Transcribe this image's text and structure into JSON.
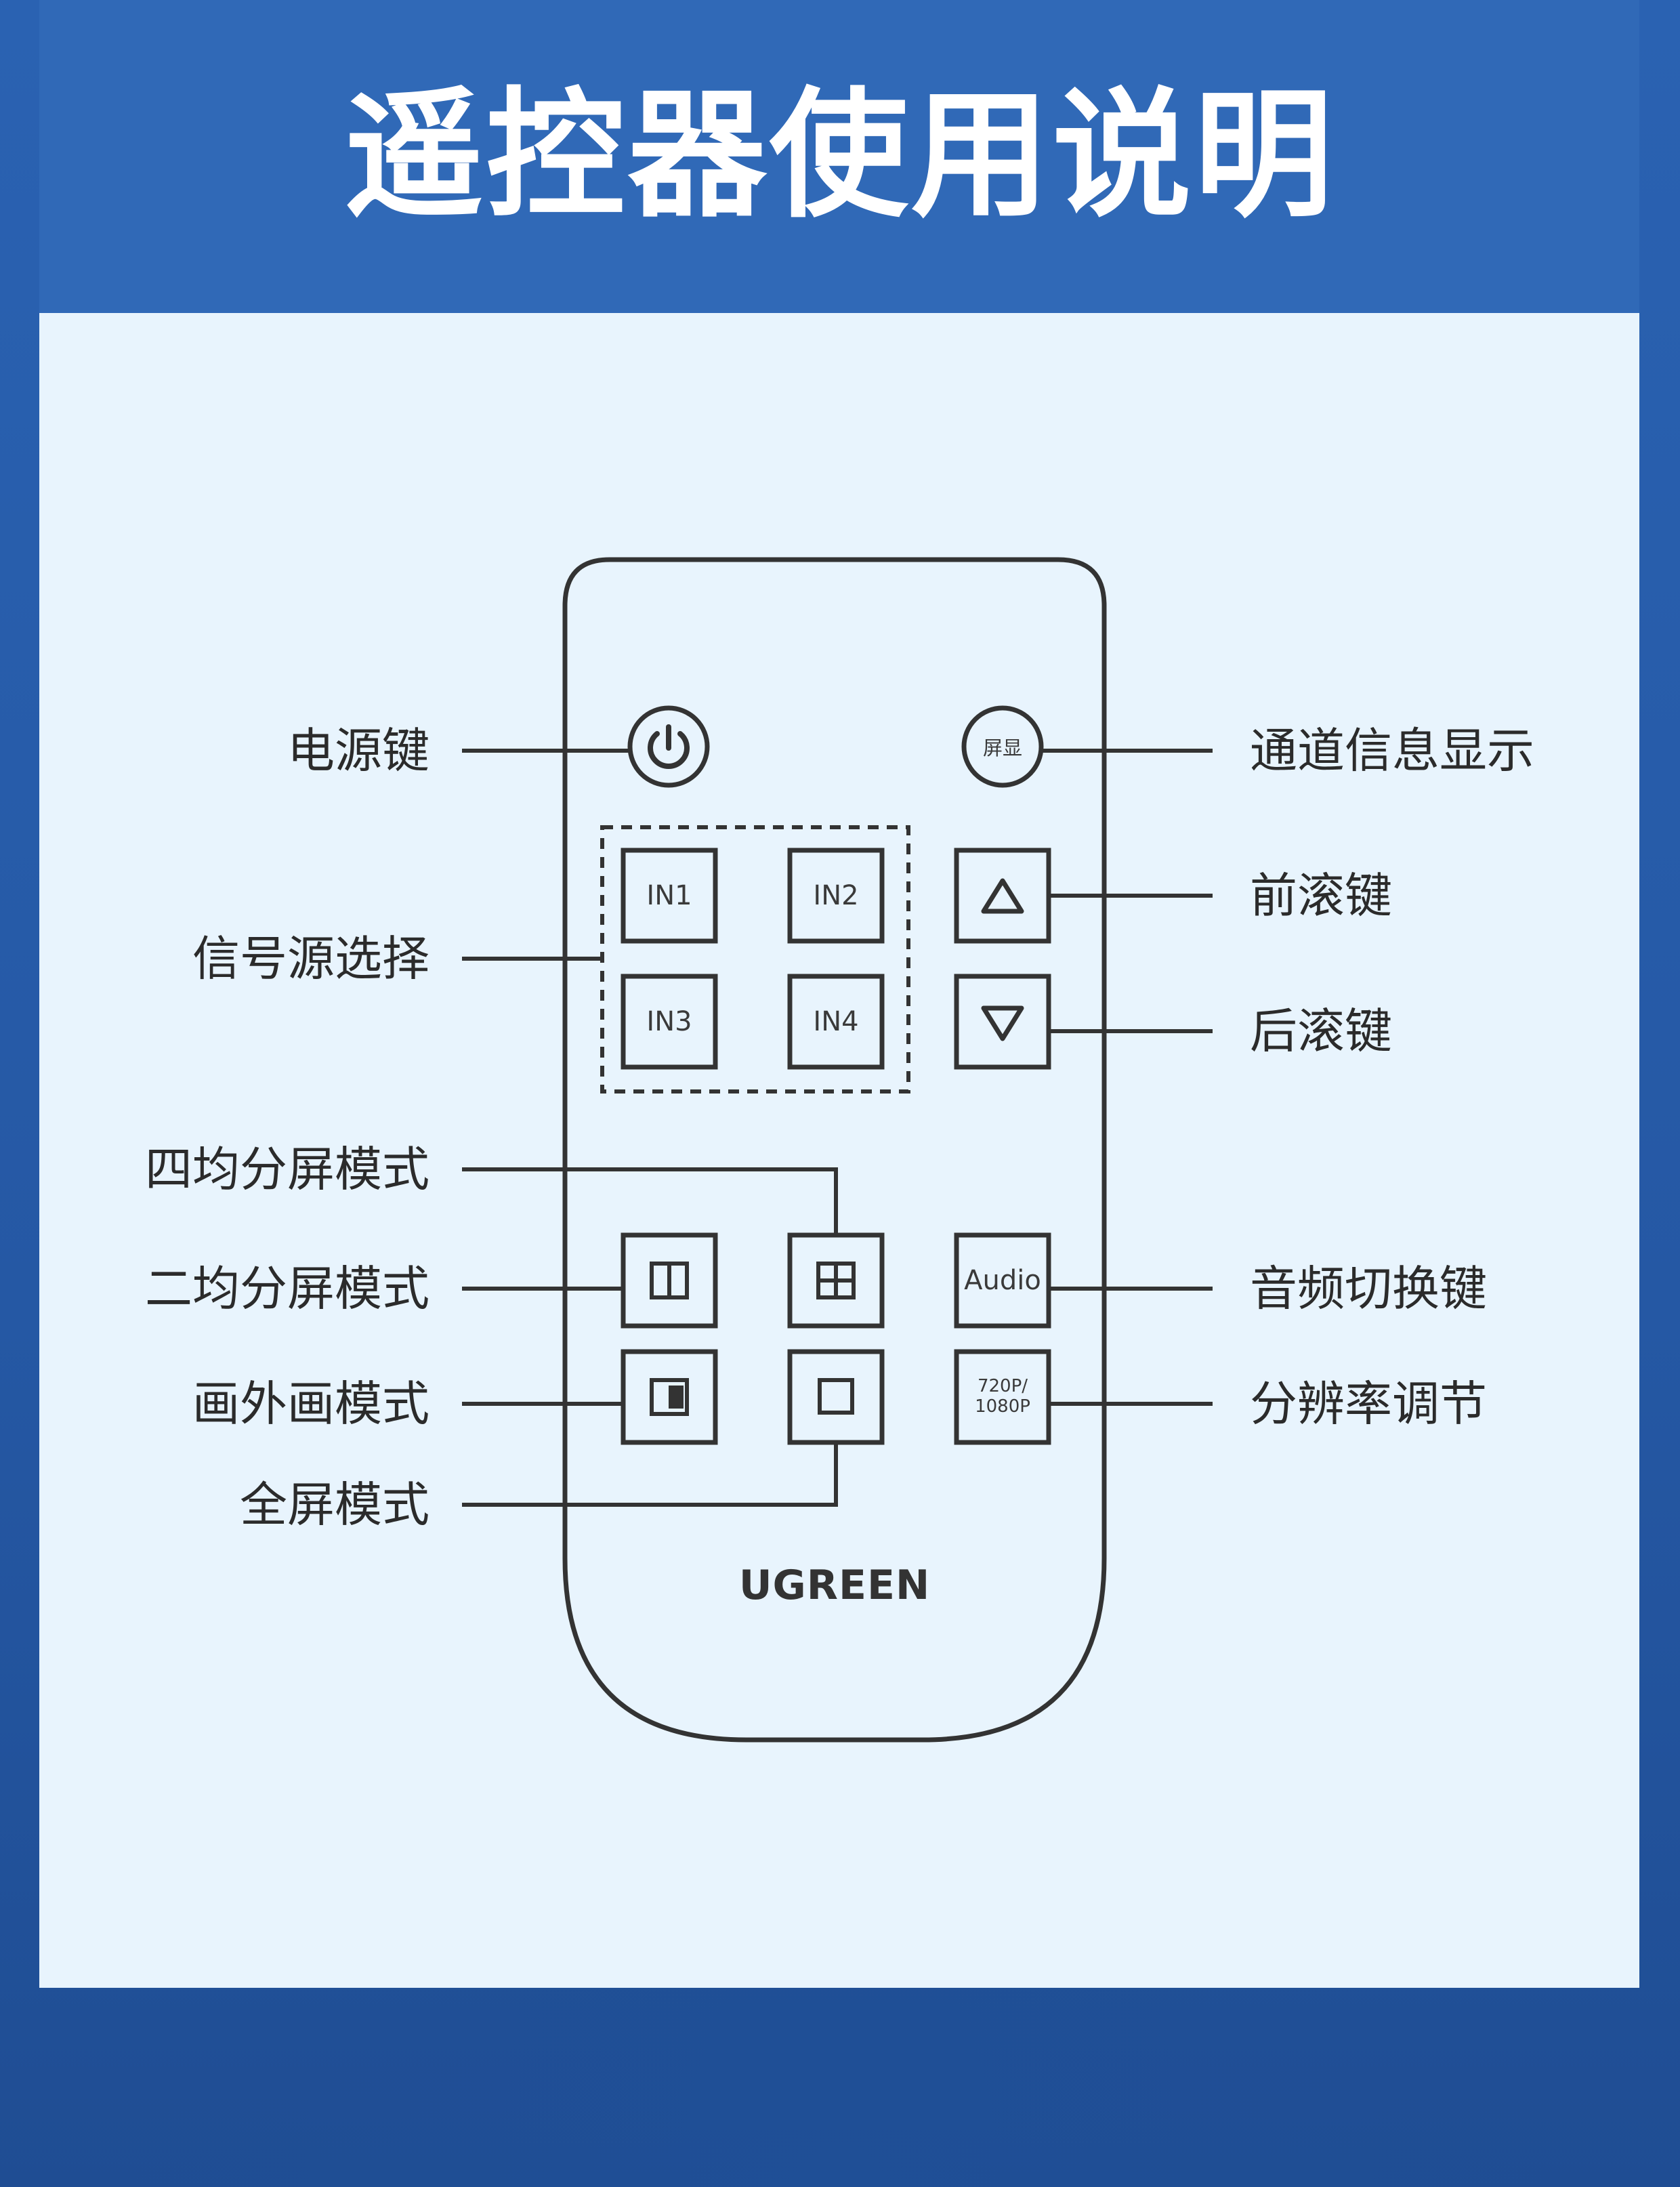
{
  "title": "遥控器使用说明",
  "brand": "UGREEN",
  "colors": {
    "background": "#2659a6",
    "header": "#3069b7",
    "panel": "#e8f4fd",
    "line": "#333333"
  },
  "remote": {
    "screen_button": "屏显",
    "inputs": [
      "IN1",
      "IN2",
      "IN3",
      "IN4"
    ],
    "audio_button": "Audio",
    "resolution_button_line1": "720P/",
    "resolution_button_line2": "1080P"
  },
  "labels_left": {
    "power": "电源键",
    "source_select": "信号源选择",
    "quad_split": "四均分屏模式",
    "dual_split": "二均分屏模式",
    "pip": "画外画模式",
    "fullscreen": "全屏模式"
  },
  "labels_right": {
    "channel_info": "通道信息显示",
    "scroll_forward": "前滚键",
    "scroll_back": "后滚键",
    "audio_switch": "音频切换键",
    "resolution": "分辨率调节"
  },
  "icons": {
    "power": "power-icon",
    "up": "triangle-up-icon",
    "down": "triangle-down-icon",
    "dual": "dual-split-icon",
    "quad": "quad-split-icon",
    "pip": "pip-icon",
    "full": "fullscreen-icon"
  }
}
